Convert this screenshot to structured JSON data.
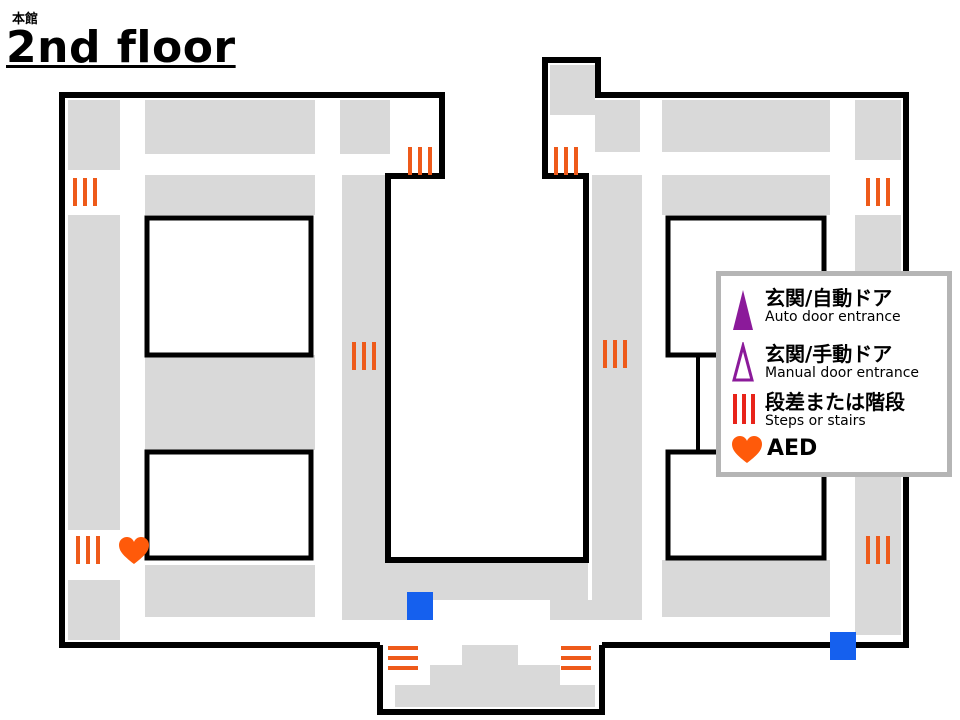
{
  "header": {
    "building_name": "本館",
    "floor_title": "2nd floor"
  },
  "legend": {
    "items": [
      {
        "icon": "auto-door-icon",
        "label_jp": "玄関/自動ドア",
        "label_en": "Auto door entrance"
      },
      {
        "icon": "manual-door-icon",
        "label_jp": "玄関/手動ドア",
        "label_en": "Manual door entrance"
      },
      {
        "icon": "stairs-icon",
        "label_jp": "段差または階段",
        "label_en": "Steps or stairs"
      },
      {
        "icon": "aed-icon",
        "label_jp": "AED",
        "label_en": ""
      }
    ]
  },
  "colors": {
    "wall": "#000000",
    "corridor": "#d9d9d9",
    "stairs": "#ee5a1a",
    "aed": "#ff5a0a",
    "door": "#8b1a9a",
    "elevator": "#1560ee",
    "legend_border": "#b5b5b5"
  }
}
